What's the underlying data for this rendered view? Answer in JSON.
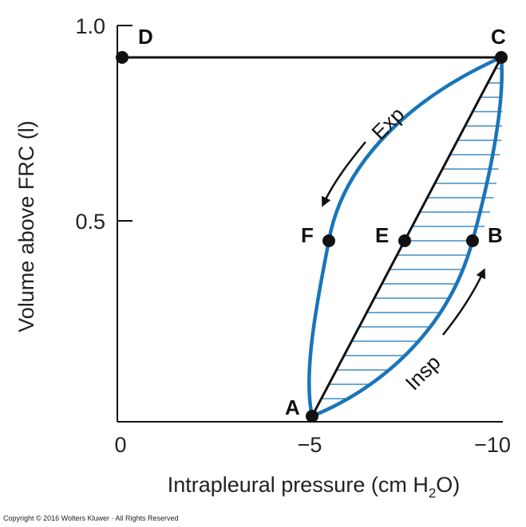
{
  "axes": {
    "x_title": "Intrapleural pressure (cm H",
    "x_title_sub": "2",
    "x_title_end": "O)",
    "y_title": "Volume above FRC (l)",
    "x_ticks": [
      "0",
      "−5",
      "−10"
    ],
    "y_ticks": [
      "1.0",
      "0.5"
    ]
  },
  "points": {
    "A": "A",
    "B": "B",
    "C": "C",
    "D": "D",
    "E": "E",
    "F": "F"
  },
  "arrows": {
    "expiration": "Exp",
    "inspiration": "Insp"
  },
  "colors": {
    "loop": "#1a75b8",
    "hatch": "#1a75b8",
    "line": "#111111"
  },
  "copyright": "Copyright © 2016 Wolters Kluwer · All Rights Reserved"
}
